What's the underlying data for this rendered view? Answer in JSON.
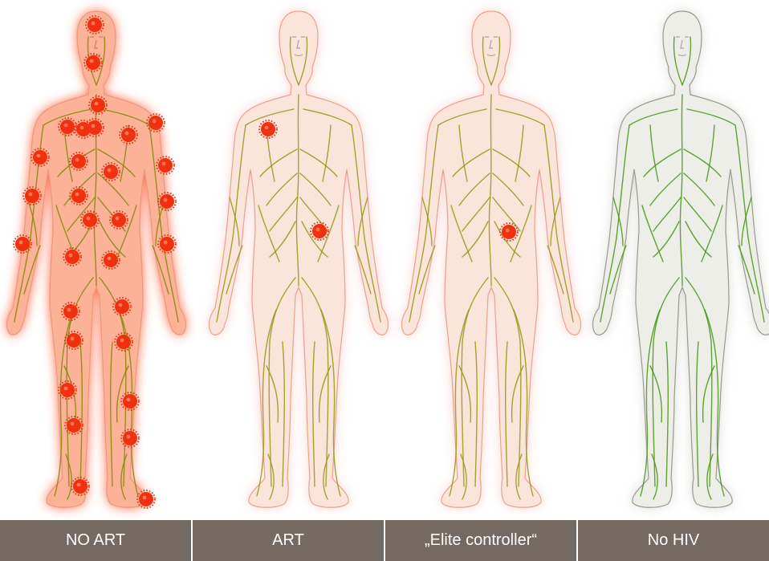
{
  "panels": [
    {
      "label": "NO ART",
      "glow": "#ff4a1a",
      "skin": "#f9d9c8",
      "vessel": "#8a8a10",
      "virus_sites": 31
    },
    {
      "label": "ART",
      "glow": "#f7c4b8",
      "skin": "#fbe4da",
      "vessel": "#9a9a20",
      "virus_sites": 2
    },
    {
      "label": "„Elite controller“",
      "glow": "#f7c4b8",
      "skin": "#fbe4da",
      "vessel": "#9a9a20",
      "virus_sites": 1
    },
    {
      "label": "No HIV",
      "glow": "#cfcfc6",
      "skin": "#eeeee8",
      "vessel": "#4f9a1e",
      "virus_sites": 0
    }
  ],
  "colors": {
    "virus": "#f0300f",
    "label_bg": "#756a62",
    "label_text": "#ffffff"
  }
}
